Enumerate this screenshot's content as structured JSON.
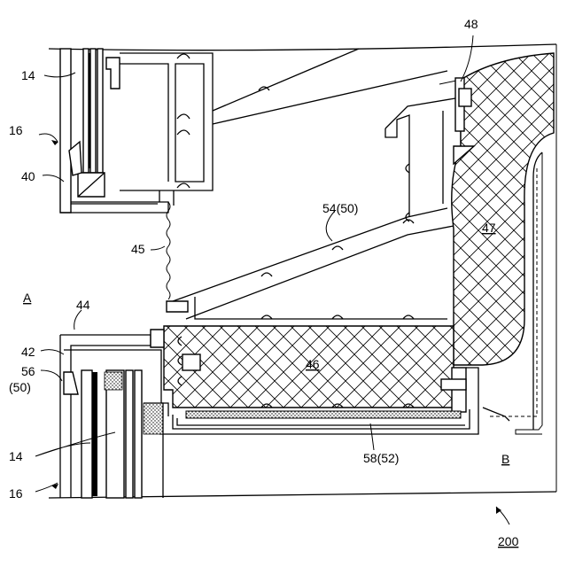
{
  "labels": {
    "l14_top": "14",
    "l16_top": "16",
    "l40": "40",
    "l45": "45",
    "lA": "A",
    "l44": "44",
    "l42": "42",
    "l56": "56",
    "l50_paren": "(50)",
    "l14_bottom": "14",
    "l16_bottom": "16",
    "l48": "48",
    "l54": "54(50)",
    "l47": "47",
    "l46": "46",
    "l58": "58(52)",
    "lB": "B",
    "l200": "200"
  }
}
